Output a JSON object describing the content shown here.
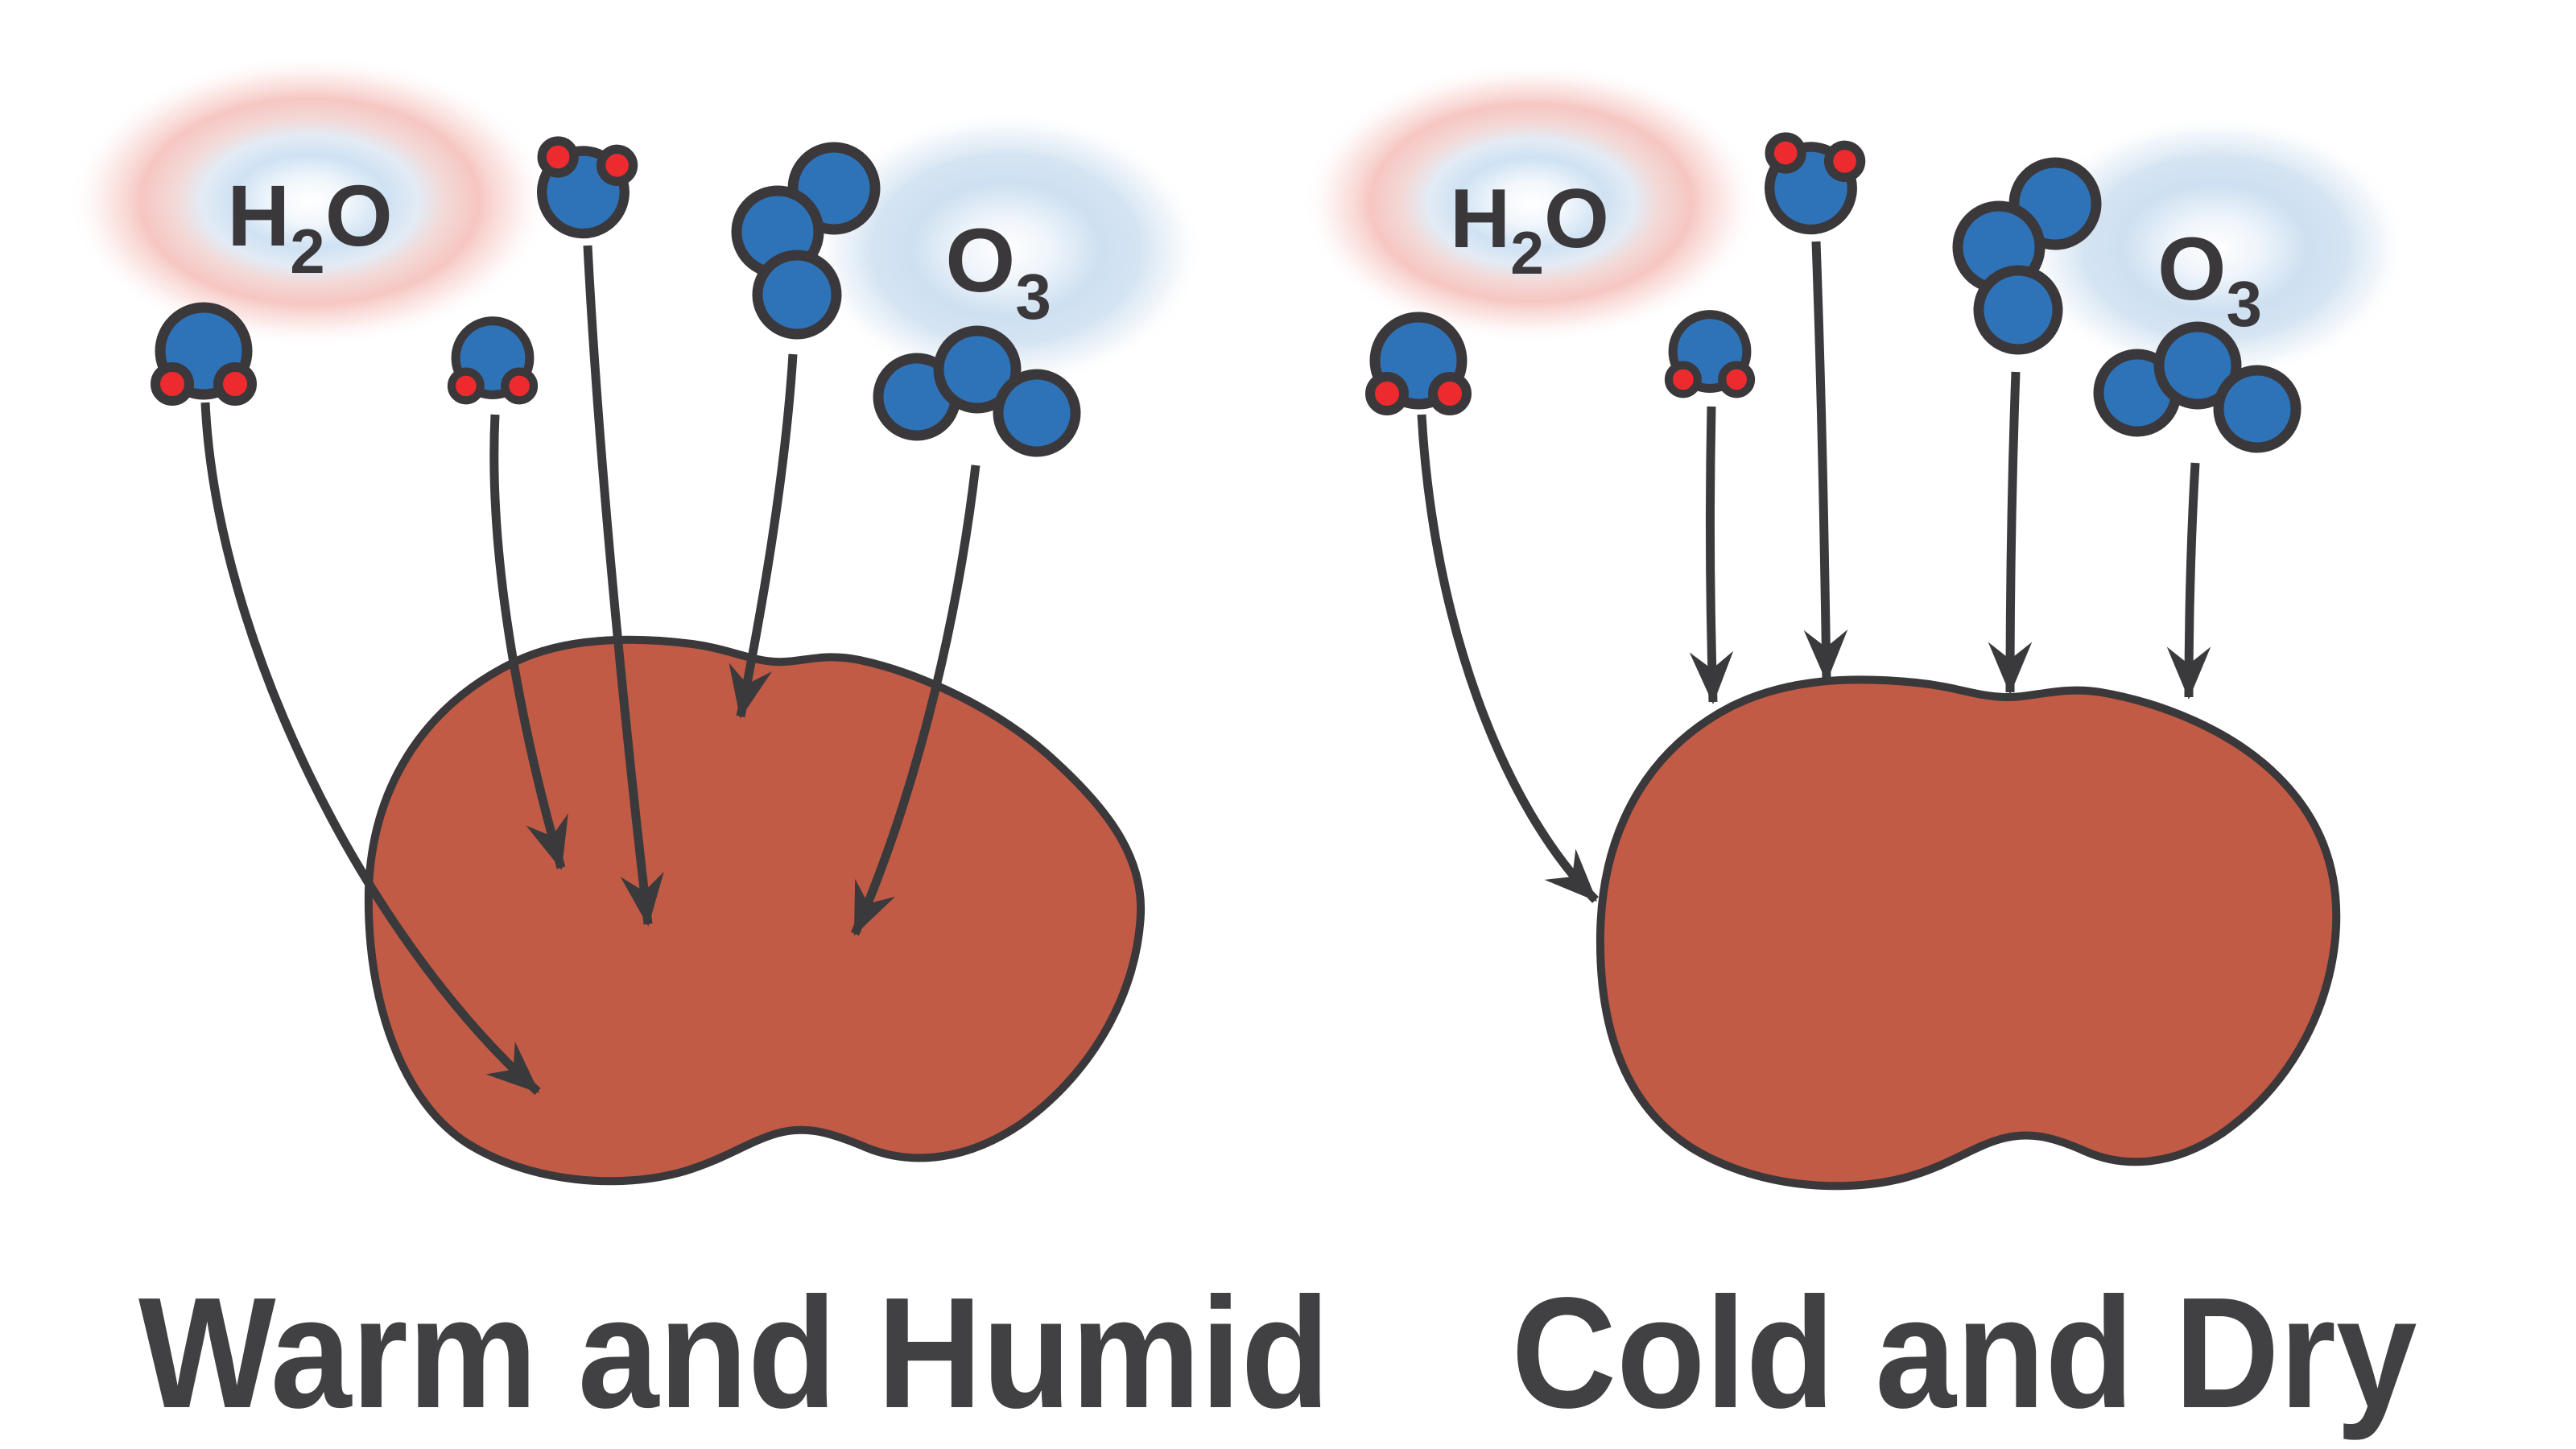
{
  "figure": {
    "left_panel": {
      "caption": "Warm and Humid",
      "water_label": {
        "element": "H",
        "subscript": "2",
        "element2": "O"
      },
      "ozone_label": {
        "element": "O",
        "subscript": "3"
      },
      "water_molecule_count": 3,
      "ozone_molecule_count": 2,
      "arrow_count": 5
    },
    "right_panel": {
      "caption": "Cold and Dry",
      "water_label": {
        "element": "H",
        "subscript": "2",
        "element2": "O"
      },
      "ozone_label": {
        "element": "O",
        "subscript": "3"
      },
      "water_molecule_count": 3,
      "ozone_molecule_count": 2,
      "arrow_count": 5
    },
    "colors": {
      "oxygen_blue": "#2E73B8",
      "hydrogen_red": "#ED2B2F",
      "outline_dark": "#3B383B",
      "polymer_red": "#C25B45",
      "arrow_dark": "#3A3A3C",
      "caption_gray": "#414042",
      "warm_glow_pink": "#F6C6C2",
      "cool_glow_blue": "#CEE0F1"
    },
    "icons": {
      "water_molecule_icon": "blue oxygen circle with two red hydrogen circles",
      "ozone_molecule_icon": "three fused blue oxygen circles",
      "polymer_blob_icon": "amorphous red polymer mass",
      "arrow_icon": "curved black arrow with barbed head"
    }
  }
}
